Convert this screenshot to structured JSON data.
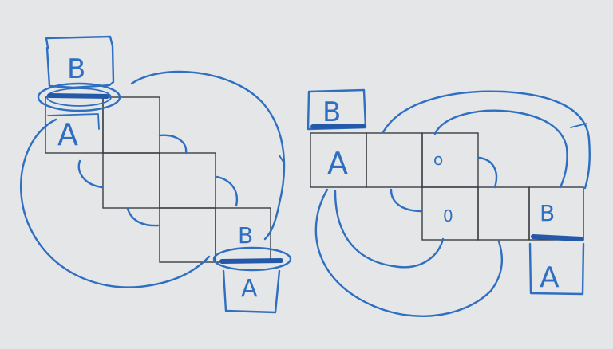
{
  "colors": {
    "background": "#e4e6e8",
    "grid": "#3a3d42",
    "ink": "#2f6fc1",
    "ink_dark": "#2458a8"
  },
  "left_net": {
    "top_tab_label": "B",
    "top_face_label": "A",
    "bottom_tab_label": "B",
    "bottom_face_label": "A"
  },
  "right_net": {
    "top_tab_label": "B",
    "left_face_label": "A",
    "top_mark": "o",
    "bottom_mark": "0",
    "right_face_label": "B",
    "bottom_tab_label": "A"
  }
}
